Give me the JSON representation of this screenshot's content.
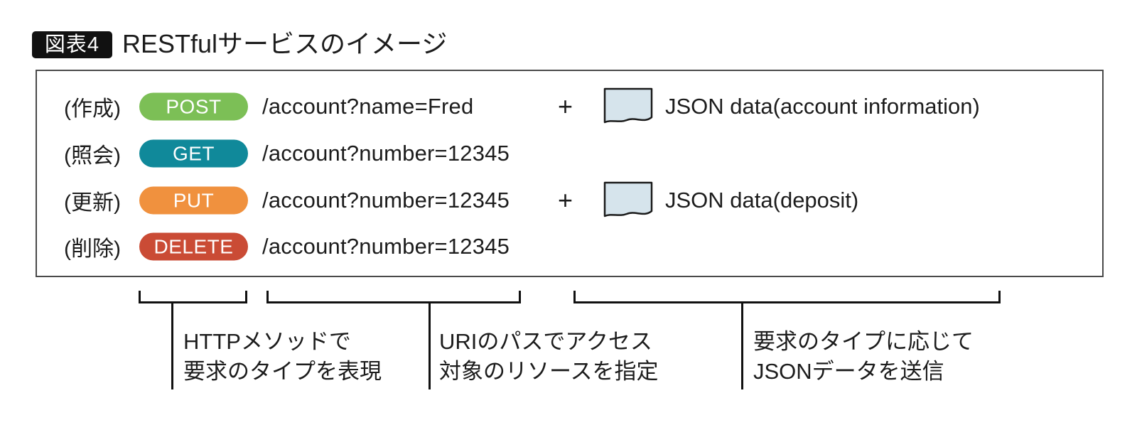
{
  "figure": {
    "badge": "図表4",
    "title": "RESTfulサービスのイメージ"
  },
  "colors": {
    "post": "#7cbf56",
    "get": "#10899a",
    "put": "#f0913e",
    "delete": "#ca4b35",
    "doc_fill": "#d6e4ec",
    "line": "#111111"
  },
  "rows": [
    {
      "label": "(作成)",
      "method": "POST",
      "url": "/account?name=Fred",
      "plus": "+",
      "payload": "JSON data(account information)"
    },
    {
      "label": "(照会)",
      "method": "GET",
      "url": "/account?number=12345"
    },
    {
      "label": "(更新)",
      "method": "PUT",
      "url": "/account?number=12345",
      "plus": "+",
      "payload": "JSON data(deposit)"
    },
    {
      "label": "(削除)",
      "method": "DELETE",
      "url": "/account?number=12345"
    }
  ],
  "annotations": [
    {
      "line1": "HTTPメソッドで",
      "line2": "要求のタイプを表現"
    },
    {
      "line1": "URIのパスでアクセス",
      "line2": "対象のリソースを指定"
    },
    {
      "line1": "要求のタイプに応じて",
      "line2": "JSONデータを送信"
    }
  ]
}
